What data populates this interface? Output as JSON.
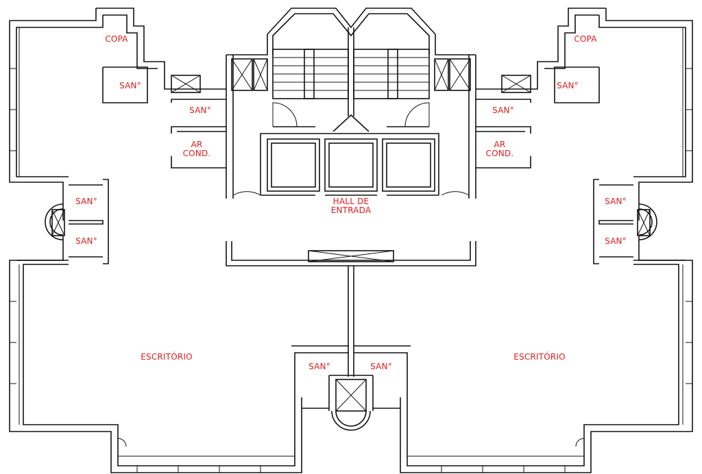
{
  "labels": {
    "copa_left": "COPA",
    "copa_right": "COPA",
    "san_top_left_outer": "SAN°",
    "san_top_right_outer": "SAN°",
    "san_core_left": "SAN°",
    "san_core_right": "SAN°",
    "ar_cond_left_l1": "AR",
    "ar_cond_left_l2": "COND.",
    "ar_cond_right_l1": "AR",
    "ar_cond_right_l2": "COND.",
    "san_side_left_upper": "SAN°",
    "san_side_left_lower": "SAN°",
    "san_side_right_upper": "SAN°",
    "san_side_right_lower": "SAN°",
    "hall_l1": "HALL DE",
    "hall_l2": "ENTRADA",
    "office_left": "ESCRITÓRIO",
    "office_right": "ESCRITÓRIO",
    "san_bottom_left": "SAN°",
    "san_bottom_right": "SAN°"
  },
  "colors": {
    "label": "#e01b1b",
    "walls": "#111111",
    "background": "#ffffff"
  }
}
